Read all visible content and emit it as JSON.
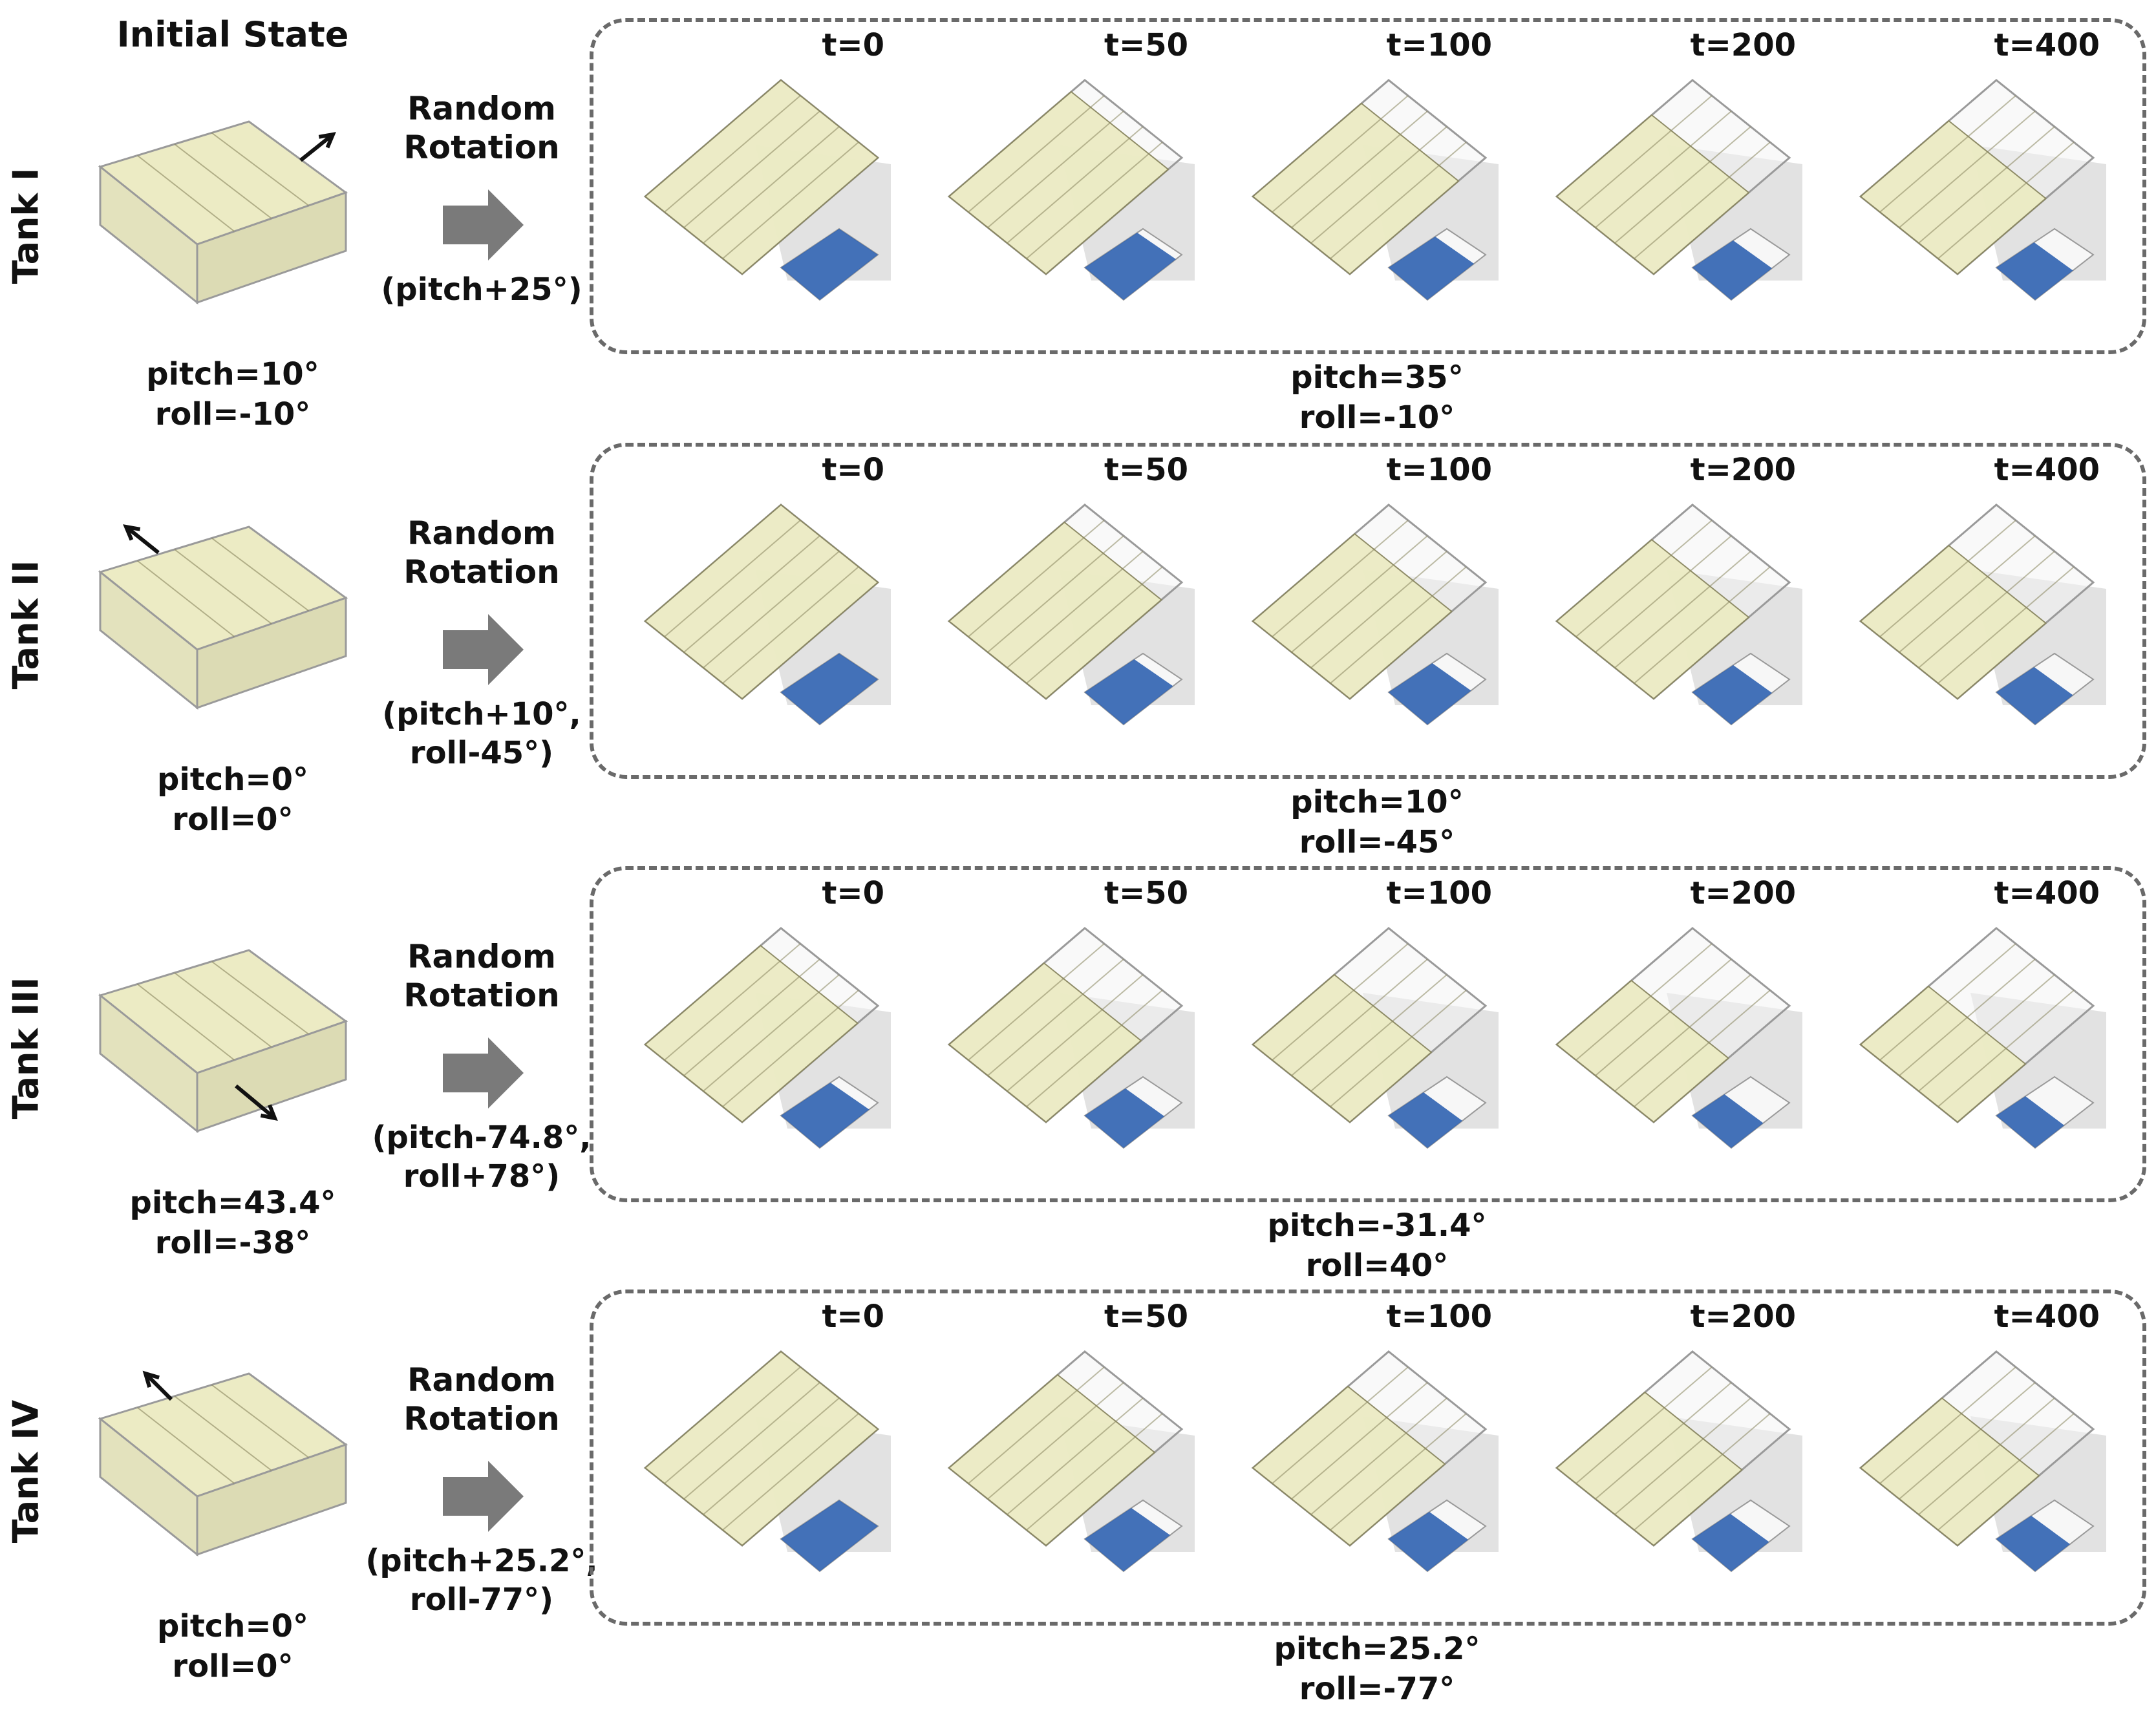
{
  "header": "Initial State",
  "tanks": [
    {
      "label": "Tank I",
      "initial": [
        "pitch=10°",
        "roll=-10°"
      ],
      "rotation_title": [
        "Random",
        "Rotation"
      ],
      "rotation_params": [
        "(pitch+25°)"
      ],
      "final": [
        "pitch=35°",
        "roll=-10°"
      ],
      "times": [
        "t=0",
        "t=50",
        "t=100",
        "t=200",
        "t=400"
      ],
      "fill_levels": [
        1.0,
        0.9,
        0.8,
        0.7,
        0.65
      ]
    },
    {
      "label": "Tank II",
      "initial": [
        "pitch=0°",
        "roll=0°"
      ],
      "rotation_title": [
        "Random",
        "Rotation"
      ],
      "rotation_params": [
        "(pitch+10°,",
        "roll-45°)"
      ],
      "final": [
        "pitch=10°",
        "roll=-45°"
      ],
      "times": [
        "t=0",
        "t=50",
        "t=100",
        "t=200",
        "t=400"
      ],
      "fill_levels": [
        1.0,
        0.85,
        0.75,
        0.7,
        0.65
      ]
    },
    {
      "label": "Tank III",
      "initial": [
        "pitch=43.4°",
        "roll=-38°"
      ],
      "rotation_title": [
        "Random",
        "Rotation"
      ],
      "rotation_params": [
        "(pitch-74.8°,",
        "roll+78°)"
      ],
      "final": [
        "pitch=-31.4°",
        "roll=40°"
      ],
      "times": [
        "t=0",
        "t=50",
        "t=100",
        "t=200",
        "t=400"
      ],
      "fill_levels": [
        0.85,
        0.7,
        0.6,
        0.55,
        0.5
      ]
    },
    {
      "label": "Tank IV",
      "initial": [
        "pitch=0°",
        "roll=0°"
      ],
      "rotation_title": [
        "Random",
        "Rotation"
      ],
      "rotation_params": [
        "(pitch+25.2°,",
        "roll-77°)"
      ],
      "final": [
        "pitch=25.2°",
        "roll=-77°"
      ],
      "times": [
        "t=0",
        "t=50",
        "t=100",
        "t=200",
        "t=400"
      ],
      "fill_levels": [
        1.0,
        0.8,
        0.7,
        0.65,
        0.6
      ]
    }
  ],
  "colors": {
    "fluid": "#ecebc4",
    "fluid_dark": "#8a8760",
    "tank_edge": "#9a9a9a",
    "particles": "#2f62b0",
    "arrow": "#7a7a7a",
    "panel_border": "#6a6a6a",
    "shadow": "#cfcfcf"
  }
}
